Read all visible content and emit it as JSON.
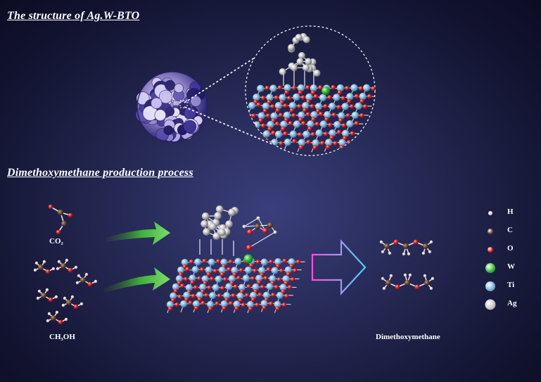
{
  "headings": {
    "structure": "The structure of Ag.W-BTO",
    "process": "Dimethoxymethane production process"
  },
  "molecules": {
    "co2": "CO₂",
    "methanol": "CH₃OH",
    "product": "Dimethoxymethane"
  },
  "legend": [
    {
      "label": "H",
      "color": "#f3d6df"
    },
    {
      "label": "C",
      "color": "#6b4a2e"
    },
    {
      "label": "O",
      "color": "#d81f1f"
    },
    {
      "label": "W",
      "color": "#35c23a"
    },
    {
      "label": "Ti",
      "color": "#7eb5db"
    },
    {
      "label": "Ag",
      "color": "#c9c9c9"
    }
  ],
  "colors": {
    "background": "#23264f",
    "arrow_green": "#3fae3c",
    "process_arrow_gradient": [
      "#ff4fd8",
      "#49d6ff"
    ]
  }
}
